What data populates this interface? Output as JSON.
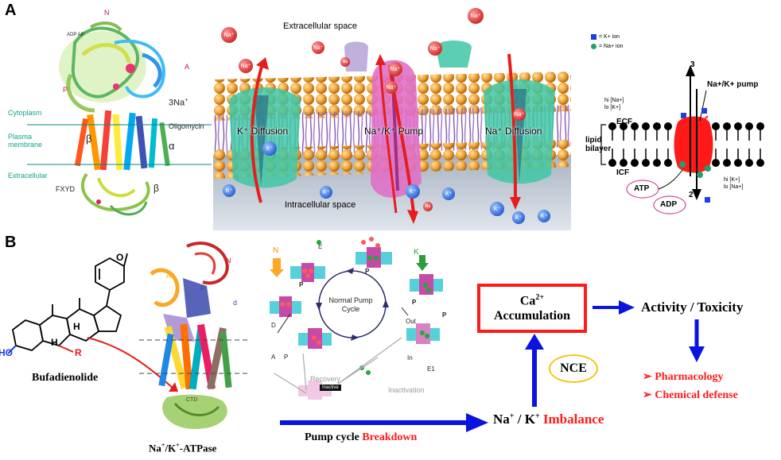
{
  "panel_a": {
    "letter": "A",
    "structure": {
      "n": "N",
      "adp_aif": "ADP AlF",
      "a": "A",
      "p": "P",
      "three_na": "3Na",
      "three_na_sup": "+",
      "cytoplasm": "Cytoplasm",
      "oligomycin": "Oligomycin",
      "plasma": "Plasma",
      "membrane": "membrane",
      "beta": "β",
      "alpha": "α",
      "extracellular": "Extracellular",
      "fxyd": "FXYD",
      "beta2": "β"
    },
    "membrane_scene": {
      "extracellular_space": "Extracellular space",
      "intracellular_space": "Intracellular space",
      "k_diffusion": "K⁺ Diffusion",
      "na_k_pump": "Na⁺/K⁺ Pump",
      "na_diffusion": "Na⁺ Diffusion",
      "na": "Na⁺",
      "k": "K⁺",
      "na_small": "Na"
    },
    "schematic": {
      "legend_k": "= K+ ion",
      "legend_na": "= Na+ ion",
      "hi_na": "hi [Na+]",
      "lo_k": "lo [K+]",
      "pump_label": "Na+/K+ pump",
      "ecf": "ECF",
      "lipid": "lipid",
      "bilayer": "bilayer",
      "icf": "ICF",
      "hi_k": "hi [K+]",
      "lo_na": "lo [Na+]",
      "atp": "ATP",
      "adp": "ADP",
      "num_3": "3",
      "num_2": "2",
      "colors": {
        "k_ion": "#1f3fe0",
        "na_ion": "#1aa36b",
        "pump": "#ff1a1a"
      }
    }
  },
  "panel_b": {
    "letter": "B",
    "compound": {
      "o": "O",
      "h1": "H",
      "h2": "H",
      "ho": "HO",
      "r": "R",
      "name": "Bufadienolide"
    },
    "atpase": {
      "name_pre": "Na",
      "sup1": "+",
      "name_mid": "/K",
      "sup2": "+",
      "name_post": "-ATPase",
      "n": "N",
      "a": "A",
      "p": "P",
      "d": "d",
      "ctd": "CTD"
    },
    "cycle": {
      "e": "E",
      "n": "N",
      "k": "K",
      "center_line1": "Normal Pump",
      "center_line2": "Cycle",
      "p1": "P",
      "p2": "P",
      "p3": "P",
      "p4": "P",
      "d": "D",
      "a": "A",
      "p5": "P",
      "out": "Out",
      "in": "In",
      "e1": "E1",
      "recovery": "Recovery",
      "inactivation": "Inactivation",
      "inactive": "Inactive"
    },
    "flow": {
      "ca_base": "Ca",
      "ca_sup": "2+",
      "accumulation": "Accumulation",
      "activity": "Activity / Toxicity",
      "nce": "NCE",
      "na_k_pre": "Na",
      "na_k_sup1": "+",
      "na_k_mid": " / K",
      "na_k_sup2": "+",
      "imbalance": "Imbalance",
      "pump_cycle": "Pump cycle",
      "breakdown": "Breakdown",
      "bullet": "➢",
      "pharmacology": "Pharmacology",
      "chemical_defense": "Chemical defense",
      "colors": {
        "arrow": "#0a14e0",
        "highlight": "#ff1a1a",
        "nce_ring": "#f5c518"
      }
    }
  }
}
